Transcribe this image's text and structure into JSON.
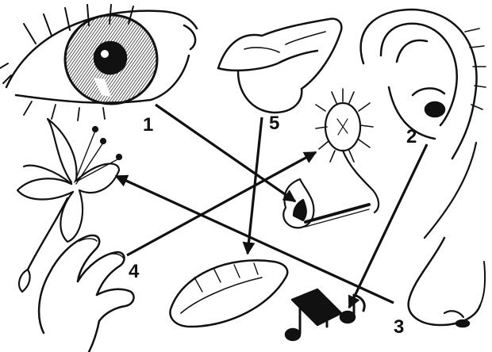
{
  "diagram": {
    "labels": {
      "eye": "1",
      "ear": "2",
      "nose": "3",
      "hand": "4",
      "tongue": "5"
    },
    "icons": [
      "eye-icon",
      "ear-icon",
      "nose-icon",
      "hand-icon",
      "tongue-icon",
      "flower-icon",
      "burdock-icon",
      "match-icon",
      "music-notes-icon",
      "pie-icon"
    ]
  }
}
